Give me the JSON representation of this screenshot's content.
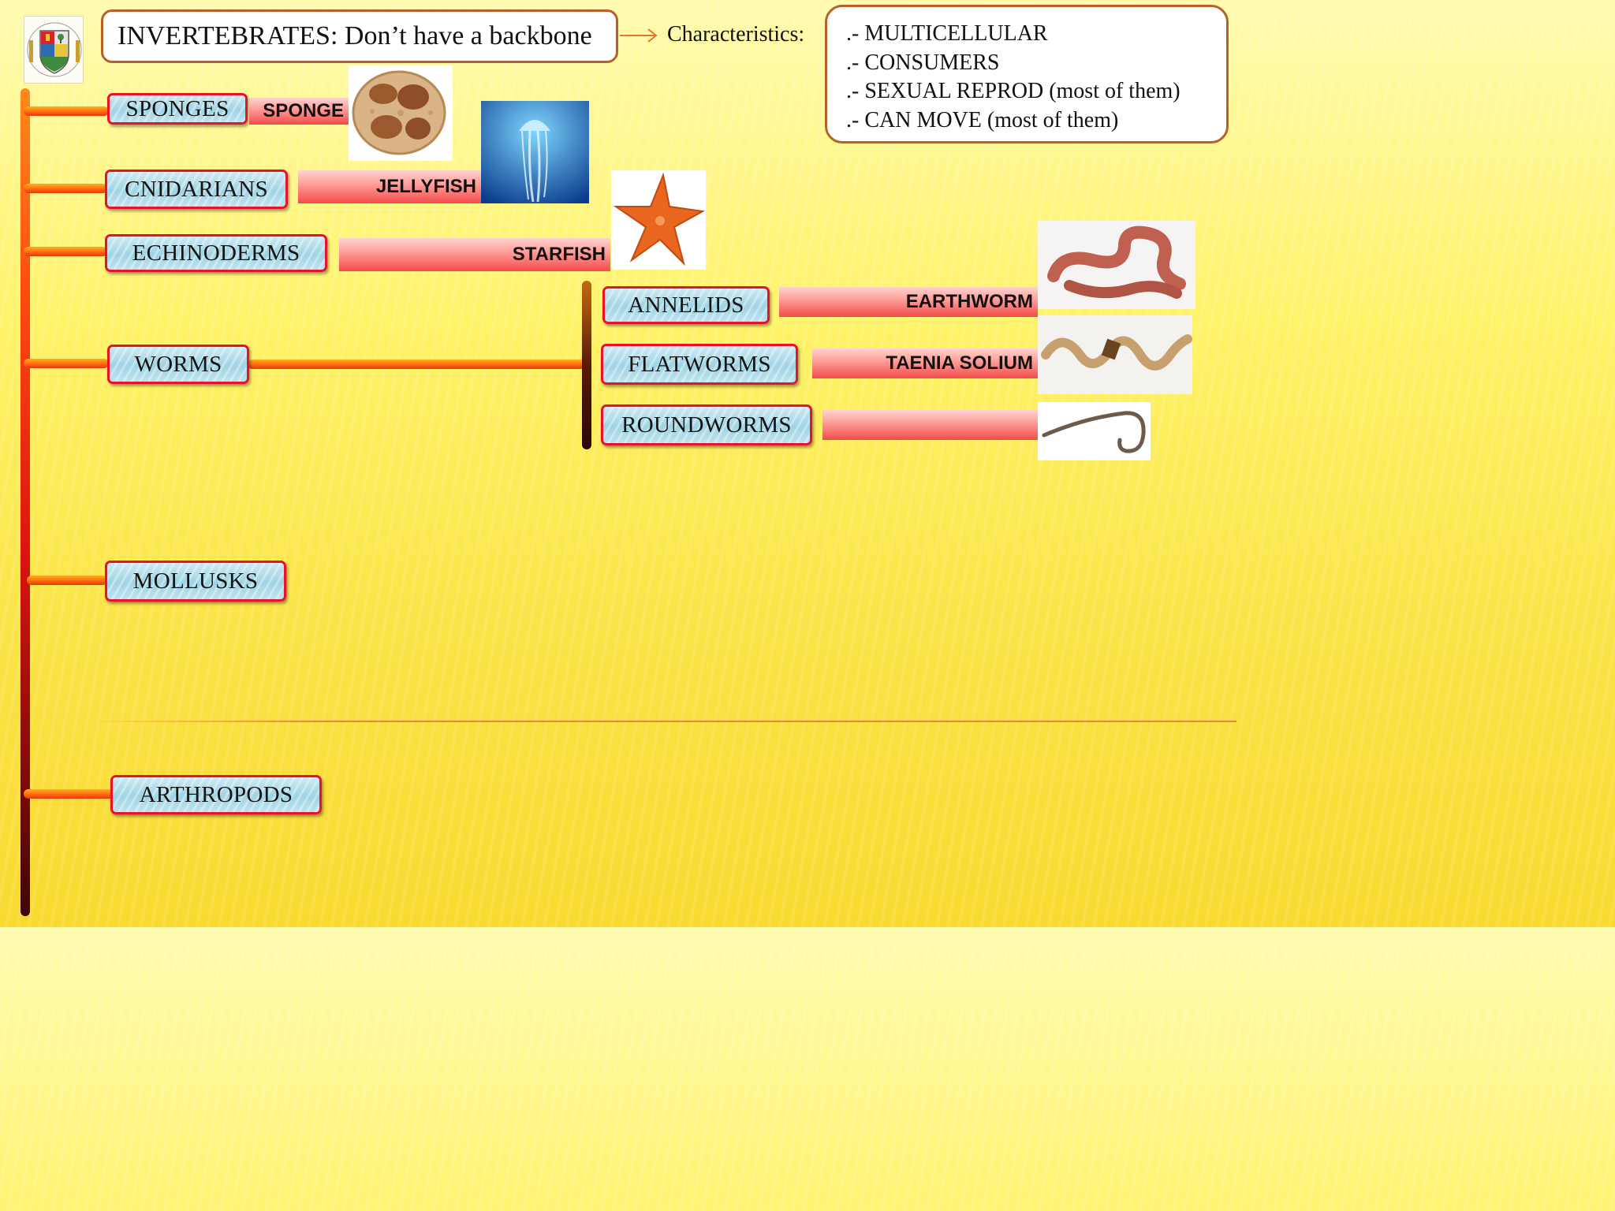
{
  "title": "INVERTEBRATES: Don’t have a backbone",
  "characteristics": {
    "label": "Characteristics:",
    "items": [
      ".- MULTICELLULAR",
      ".- CONSUMERS",
      ".- SEXUAL REPROD (most of them)",
      ".- CAN MOVE (most of them)"
    ]
  },
  "groups": {
    "sponges": "SPONGES",
    "cnidarians": "CNIDARIANS",
    "echinoderms": "ECHINODERMS",
    "worms": "WORMS",
    "mollusks": "MOLLUSKS",
    "arthropods": "ARTHROPODS"
  },
  "worm_groups": {
    "annelids": "ANNELIDS",
    "flatworms": "FLATWORMS",
    "roundworms": "ROUNDWORMS"
  },
  "examples": {
    "sponge": "SPONGE",
    "jellyfish": "JELLYFISH",
    "starfish": "STARFISH",
    "earthworm": "EARTHWORM",
    "taenia": "TAENIA SOLIUM"
  },
  "icons": {
    "logo": "school-crest-icon",
    "arrow": "arrow-right-icon"
  }
}
